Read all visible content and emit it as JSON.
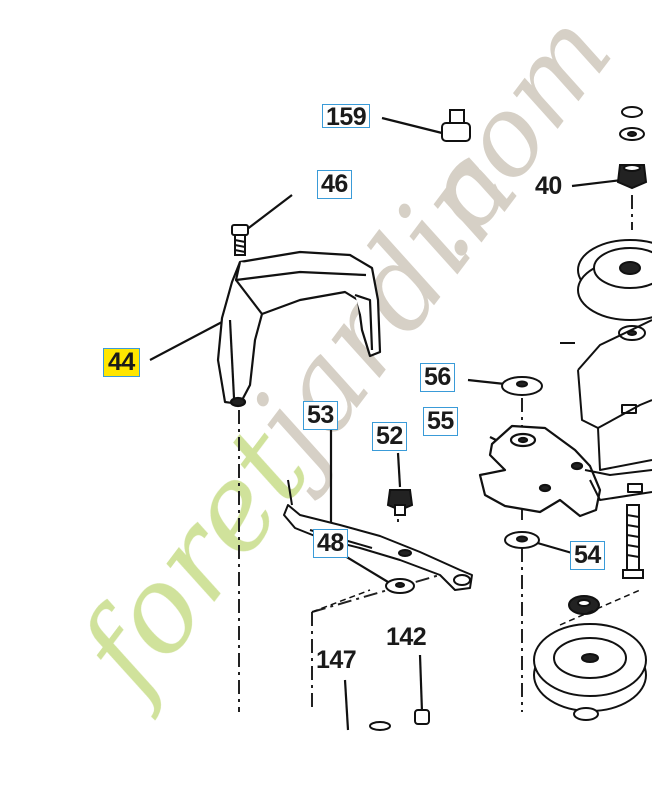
{
  "callouts": {
    "c159": "159",
    "c46": "46",
    "c40": "40",
    "c44": "44",
    "c56": "56",
    "c53": "53",
    "c52": "52",
    "c55": "55",
    "c48": "48",
    "c54": "54",
    "c142": "142",
    "c147": "147"
  },
  "watermark": {
    "green_part": "foret",
    "grey_part": "jardin",
    "domain": ".com"
  },
  "colors": {
    "highlight": "#ffe600",
    "box_border": "#3a9bd8",
    "watermark_green": "#c8dd8a",
    "watermark_grey": "#cfc8bc"
  }
}
